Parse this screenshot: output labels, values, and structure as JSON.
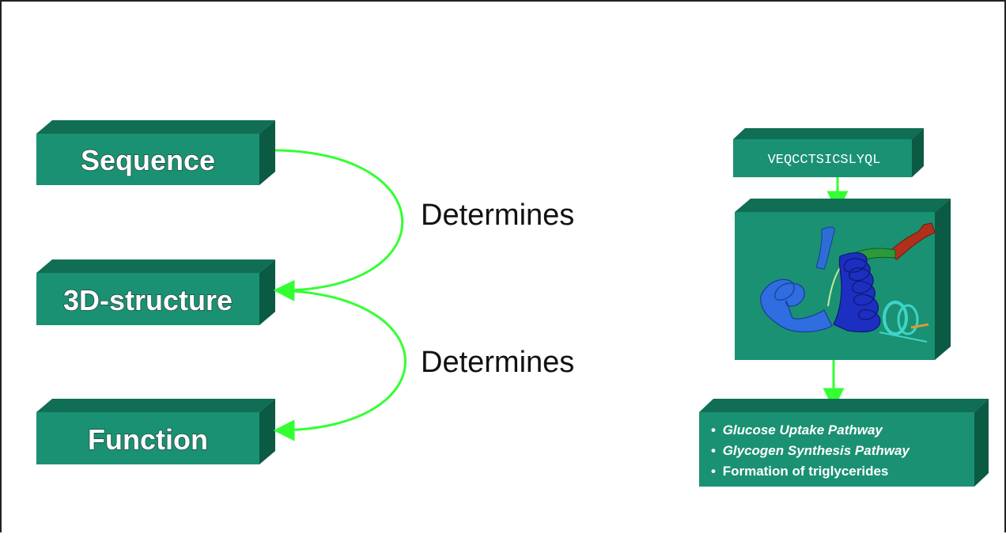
{
  "left_boxes": {
    "sequence": "Sequence",
    "structure": "3D-structure",
    "function": "Function"
  },
  "arrows": {
    "top_label": "Determines",
    "bottom_label": "Determines"
  },
  "right_panel": {
    "sequence_code": "VEQCCTSICSLYQL",
    "structure_image": "protein-ribbon-structure",
    "function_items": [
      {
        "bullet": "•",
        "text": "Glucose Uptake Pathway",
        "italic": true
      },
      {
        "bullet": "•",
        "text": "Glycogen Synthesis Pathway",
        "italic": true
      },
      {
        "bullet": "•",
        "text": "Formation of triglycerides",
        "italic": false
      }
    ]
  },
  "colors": {
    "box_front": "#1a9173",
    "box_top": "#0f6e54",
    "box_side": "#0b5a44",
    "arrow_green": "#33ff33"
  }
}
